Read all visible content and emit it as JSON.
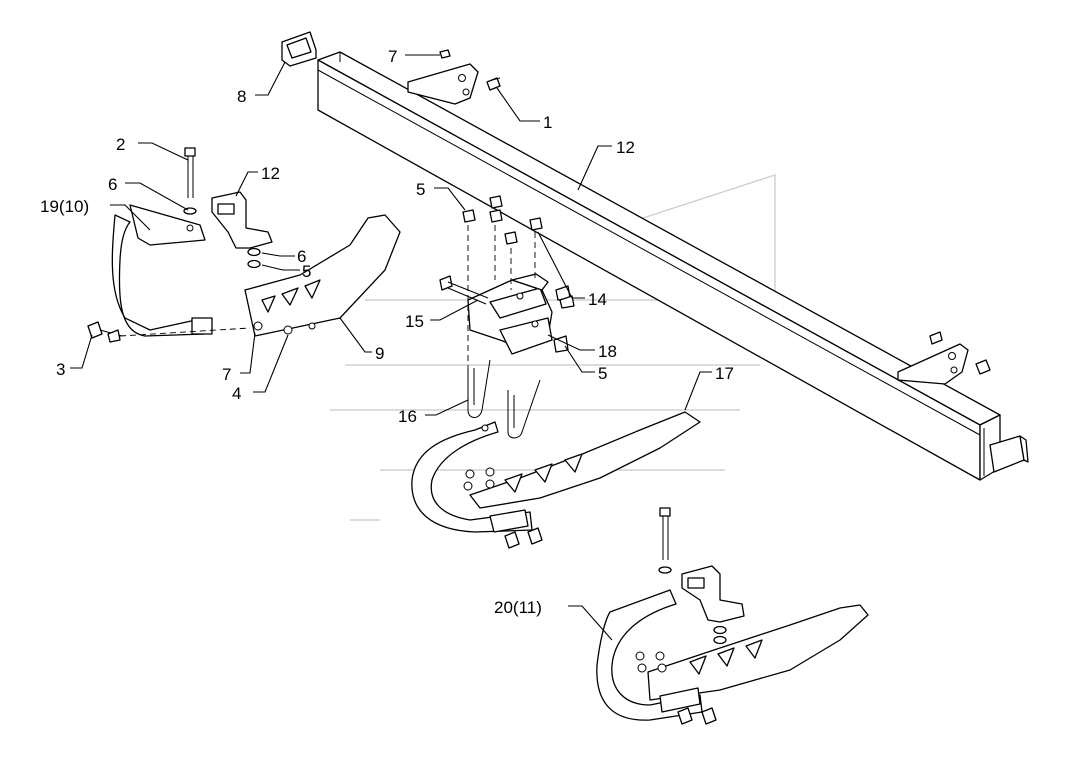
{
  "callouts": {
    "c1": "1",
    "c2": "2",
    "c3": "3",
    "c4": "4",
    "c5a": "5",
    "c5b": "5",
    "c5c": "5",
    "c6a": "6",
    "c6b": "6",
    "c7a": "7",
    "c7b": "7",
    "c8": "8",
    "c9": "9",
    "c12a": "12",
    "c12b": "12",
    "c14": "14",
    "c15": "15",
    "c16": "16",
    "c17": "17",
    "c18": "18",
    "c19": "19(10)",
    "c20": "20(11)"
  }
}
